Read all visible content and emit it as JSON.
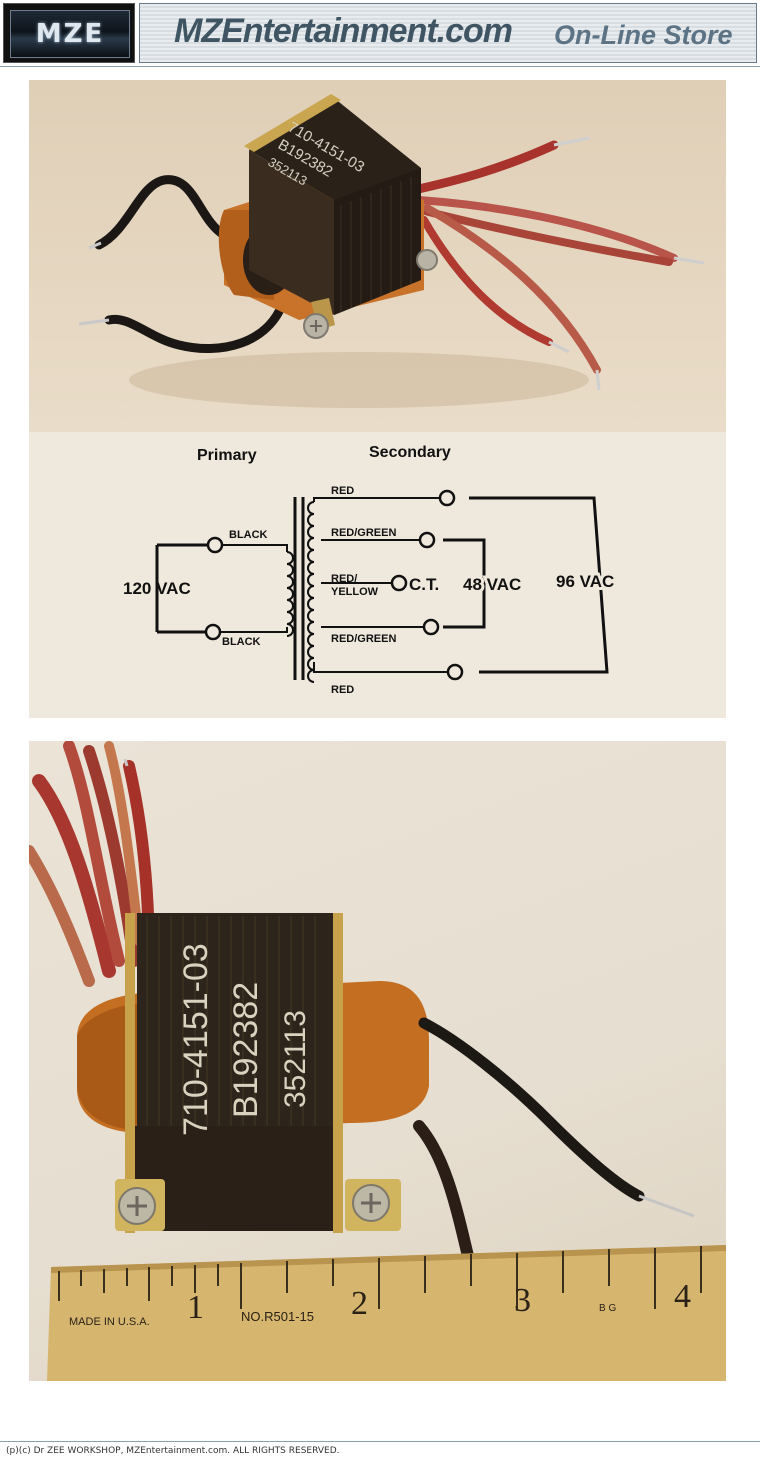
{
  "header": {
    "logo_text": "MZE",
    "site_name": "MZEntertainment.com",
    "store_name": "On-Line Store"
  },
  "photo1": {
    "label_line1": "710-4151-03",
    "label_line2": "B192382",
    "label_line3": "352113",
    "schematic": {
      "primary_title": "Primary",
      "secondary_title": "Secondary",
      "primary_voltage": "120 VAC",
      "black_top": "BLACK",
      "black_bottom": "BLACK",
      "red_top": "RED",
      "red_green_top": "RED/GREEN",
      "red_yellow_1": "RED/",
      "red_yellow_2": "YELLOW",
      "ct_label": "C.T.",
      "red_green_bottom": "RED/GREEN",
      "red_bottom": "RED",
      "v48": "48 VAC",
      "v96": "96 VAC"
    }
  },
  "photo2": {
    "label_line1": "710-4151-03",
    "label_line2": "B192382",
    "label_line3": "352113",
    "ruler_made": "MADE IN U.S.A.",
    "ruler_model": "NO.R501-15",
    "ruler_marks": [
      "1",
      "2",
      "3",
      "4"
    ],
    "ruler_small": "B G"
  },
  "footer": {
    "copyright": "(p)(c) Dr ZEE WORKSHOP, MZEntertainment.com. ALL RIGHTS RESERVED."
  }
}
